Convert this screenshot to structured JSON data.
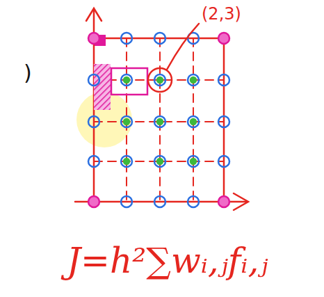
{
  "diagram": {
    "labels": [
      "(2,3)",
      ")",
      "J=h²∑wᵢ,ⱼfᵢ,ⱼ"
    ]
  }
}
